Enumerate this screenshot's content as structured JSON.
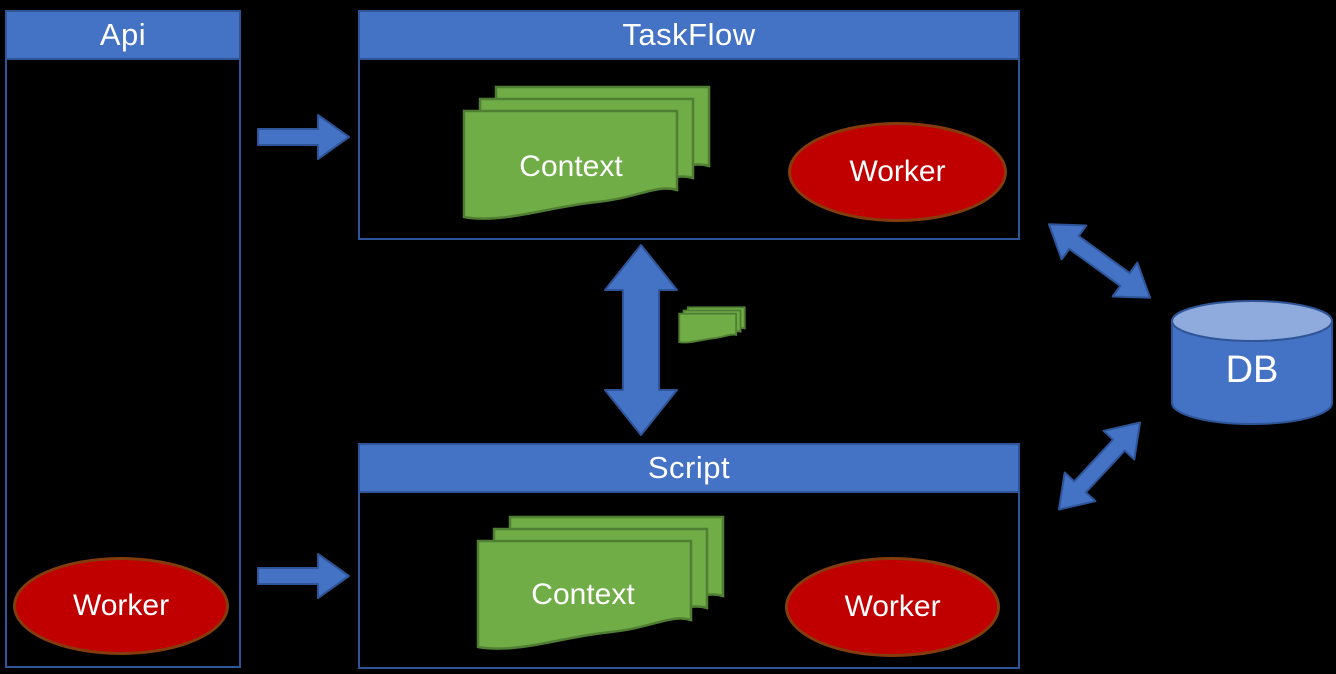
{
  "diagram": {
    "background_color": "#000000",
    "api": {
      "title": "Api",
      "worker_label": "Worker"
    },
    "taskflow": {
      "title": "TaskFlow",
      "context_label": "Context",
      "worker_label": "Worker"
    },
    "script": {
      "title": "Script",
      "context_label": "Context",
      "worker_label": "Worker"
    },
    "db": {
      "label": "DB"
    },
    "connections": [
      {
        "from": "Api",
        "to": "TaskFlow",
        "type": "arrow"
      },
      {
        "from": "Api",
        "to": "Script",
        "type": "arrow"
      },
      {
        "from": "TaskFlow",
        "to": "Script",
        "type": "double-arrow"
      },
      {
        "from": "TaskFlow",
        "to": "DB",
        "type": "double-arrow"
      },
      {
        "from": "Script",
        "to": "DB",
        "type": "double-arrow"
      }
    ],
    "colors": {
      "blue_fill": "#4472C4",
      "blue_border": "#2E5597",
      "blue_light": "#8FAADC",
      "red_fill": "#C00000",
      "red_border": "#843C0C",
      "green_fill": "#70AD47",
      "green_border": "#507E32",
      "text": "#FFFFFF",
      "background": "#000000"
    }
  }
}
